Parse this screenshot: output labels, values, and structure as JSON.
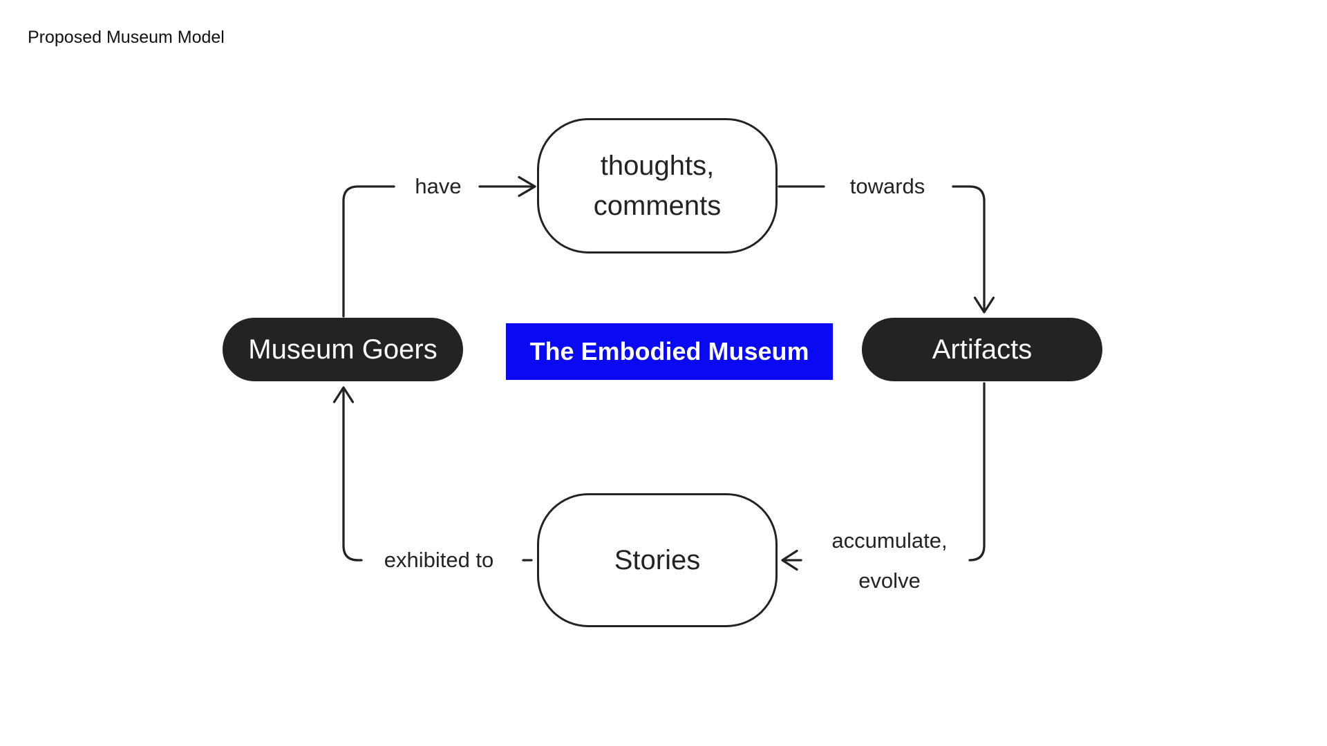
{
  "title": "Proposed Museum Model",
  "colors": {
    "background": "#ffffff",
    "ink": "#232323",
    "node_fill_dark": "#232323",
    "node_text_light": "#ffffff",
    "outline_node_border": "#232323",
    "accent": "#0a0af2",
    "accent_text": "#ffffff"
  },
  "nodes": {
    "museum_goers": {
      "label": "Museum Goers"
    },
    "thoughts_comments": {
      "line1": "thoughts,",
      "line2": "comments"
    },
    "artifacts": {
      "label": "Artifacts"
    },
    "stories": {
      "label": "Stories"
    },
    "center_banner": {
      "label": "The Embodied Museum"
    }
  },
  "edge_labels": {
    "have": "have",
    "towards": "towards",
    "accumulate_line1": "accumulate,",
    "accumulate_line2": "evolve",
    "exhibited_to": "exhibited to"
  },
  "edges": [
    {
      "from": "Museum Goers",
      "label": "have",
      "to": "thoughts, comments"
    },
    {
      "from": "thoughts, comments",
      "label": "towards",
      "to": "Artifacts"
    },
    {
      "from": "Artifacts",
      "label": "accumulate, evolve",
      "to": "Stories"
    },
    {
      "from": "Stories",
      "label": "exhibited to",
      "to": "Museum Goers"
    }
  ]
}
